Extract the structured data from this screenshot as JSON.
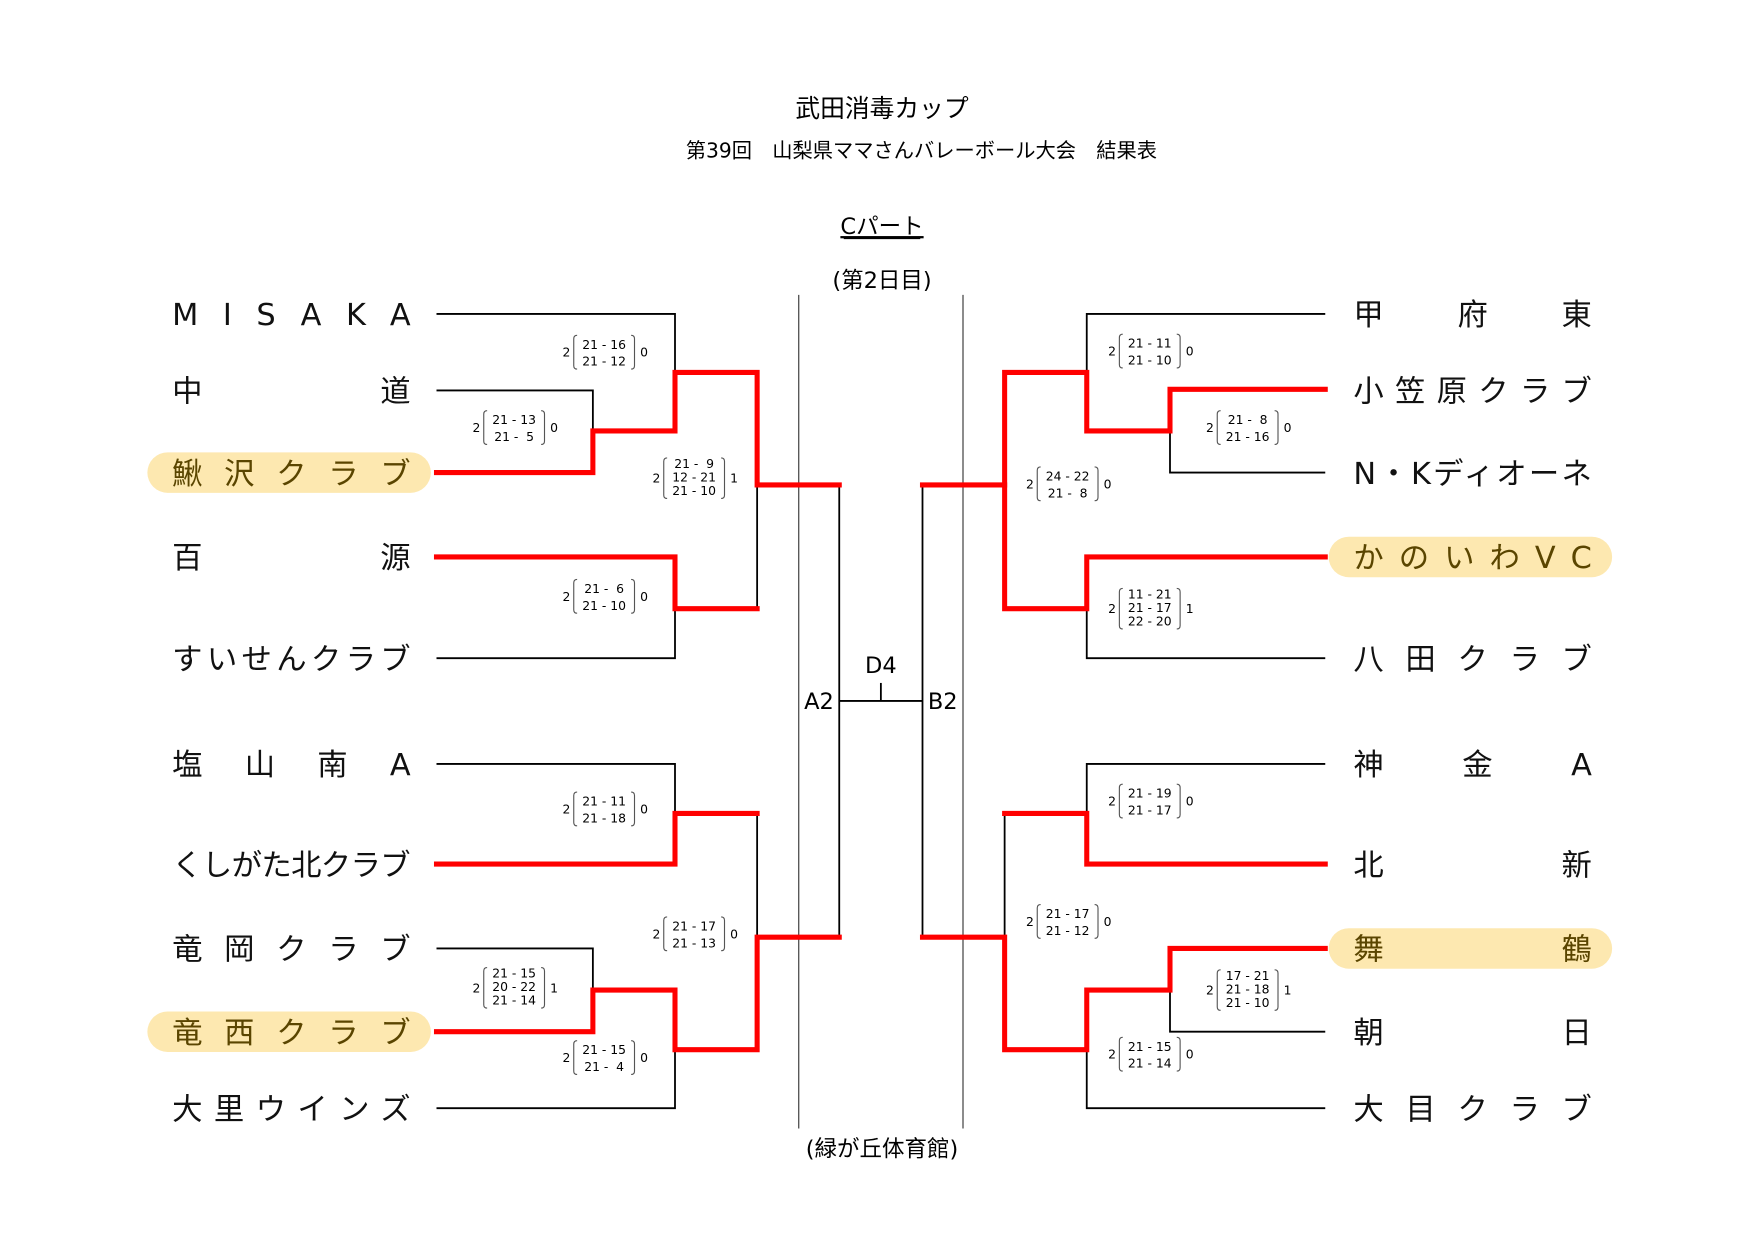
{
  "header": {
    "title": "武田消毒カップ",
    "subtitle": "第39回　山梨県ママさんバレーボール大会　結果表",
    "part": "Cパート",
    "day": "(第2日目)",
    "venue": "(緑が丘体育館)"
  },
  "labels": {
    "a2": "A2",
    "b2": "B2",
    "d4": "D4"
  },
  "colors": {
    "winner_line": "#ff0000",
    "highlight": "#fde8b0"
  },
  "left_teams": [
    {
      "name": "MISAKA",
      "highlight": false
    },
    {
      "name": "中道",
      "highlight": false
    },
    {
      "name": "鰍沢クラブ",
      "highlight": true
    },
    {
      "name": "百源",
      "highlight": false
    },
    {
      "name": "すいせんクラブ",
      "highlight": false
    },
    {
      "name": "塩山南A",
      "highlight": false
    },
    {
      "name": "くしがた北クラブ",
      "highlight": false
    },
    {
      "name": "竜岡クラブ",
      "highlight": false
    },
    {
      "name": "竜西クラブ",
      "highlight": true
    },
    {
      "name": "大里ウインズ",
      "highlight": false
    }
  ],
  "right_teams": [
    {
      "name": "甲府東",
      "highlight": false
    },
    {
      "name": "小笠原クラブ",
      "highlight": false
    },
    {
      "name": "N・Kディオーネ",
      "highlight": false
    },
    {
      "name": "かのいわVC",
      "highlight": true
    },
    {
      "name": "八田クラブ",
      "highlight": false
    },
    {
      "name": "神金A",
      "highlight": false
    },
    {
      "name": "北新",
      "highlight": false
    },
    {
      "name": "舞鶴",
      "highlight": true
    },
    {
      "name": "朝日",
      "highlight": false
    },
    {
      "name": "大目クラブ",
      "highlight": false
    }
  ],
  "matches": [
    {
      "left": "2",
      "sets": [
        "21 - 16",
        "21 - 12"
      ],
      "right": "0"
    },
    {
      "left": "2",
      "sets": [
        "21 - 13",
        "21 -  5"
      ],
      "right": "0"
    },
    {
      "left": "2",
      "sets": [
        "21 -  9",
        "12 - 21",
        "21 - 10"
      ],
      "right": "1"
    },
    {
      "left": "2",
      "sets": [
        "21 -  6",
        "21 - 10"
      ],
      "right": "0"
    },
    {
      "left": "2",
      "sets": [
        "21 - 11",
        "21 - 18"
      ],
      "right": "0"
    },
    {
      "left": "2",
      "sets": [
        "21 - 15",
        "20 - 22",
        "21 - 14"
      ],
      "right": "1"
    },
    {
      "left": "2",
      "sets": [
        "21 - 17",
        "21 - 13"
      ],
      "right": "0"
    },
    {
      "left": "2",
      "sets": [
        "21 - 15",
        "21 -  4"
      ],
      "right": "0"
    },
    {
      "left": "2",
      "sets": [
        "21 - 11",
        "21 - 10"
      ],
      "right": "0"
    },
    {
      "left": "2",
      "sets": [
        "21 -  8",
        "21 - 16"
      ],
      "right": "0"
    },
    {
      "left": "2",
      "sets": [
        "24 - 22",
        "21 -  8"
      ],
      "right": "0"
    },
    {
      "left": "2",
      "sets": [
        "11 - 21",
        "21 - 17",
        "22 - 20"
      ],
      "right": "1"
    },
    {
      "left": "2",
      "sets": [
        "21 - 19",
        "21 - 17"
      ],
      "right": "0"
    },
    {
      "left": "2",
      "sets": [
        "21 - 17",
        "21 - 12"
      ],
      "right": "0"
    },
    {
      "left": "2",
      "sets": [
        "17 - 21",
        "21 - 18",
        "21 - 10"
      ],
      "right": "1"
    },
    {
      "left": "2",
      "sets": [
        "21 - 15",
        "21 - 14"
      ],
      "right": "0"
    }
  ]
}
